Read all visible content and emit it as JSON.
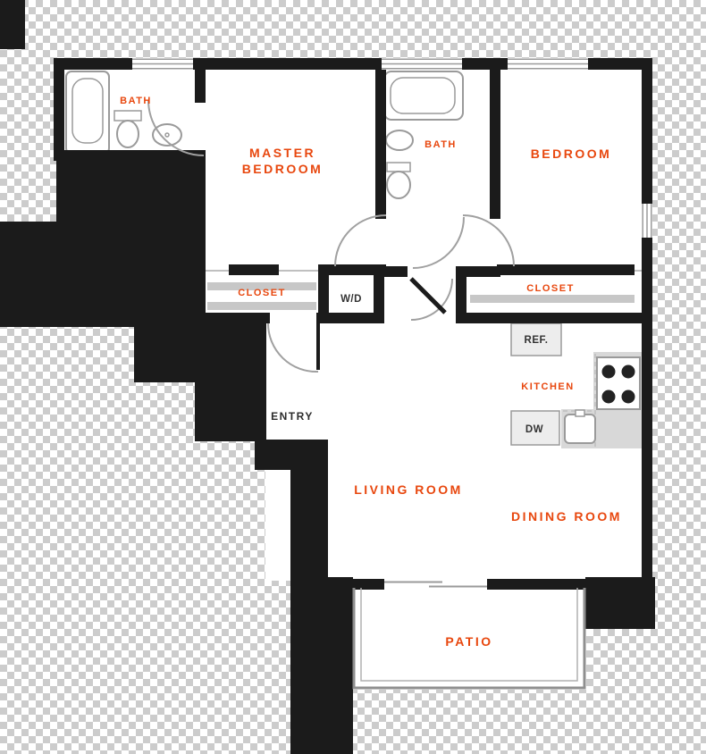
{
  "colors": {
    "accent": "#e8470e",
    "wall": "#1b1b1b",
    "fixture_gray": "#9a9a9a",
    "counter_gray": "#d8d8d8",
    "checker_gray": "#cccccc"
  },
  "labels": {
    "bath_master": "BATH",
    "master_bedroom_line1": "MASTER",
    "master_bedroom_line2": "BEDROOM",
    "bath": "BATH",
    "bedroom": "BEDROOM",
    "closet_left": "CLOSET",
    "closet_right": "CLOSET",
    "washer_dryer": "W/D",
    "refrigerator": "REF.",
    "kitchen": "KITCHEN",
    "dishwasher": "DW",
    "entry": "ENTRY",
    "living_room": "LIVING ROOM",
    "dining_room": "DINING ROOM",
    "patio": "PATIO"
  }
}
